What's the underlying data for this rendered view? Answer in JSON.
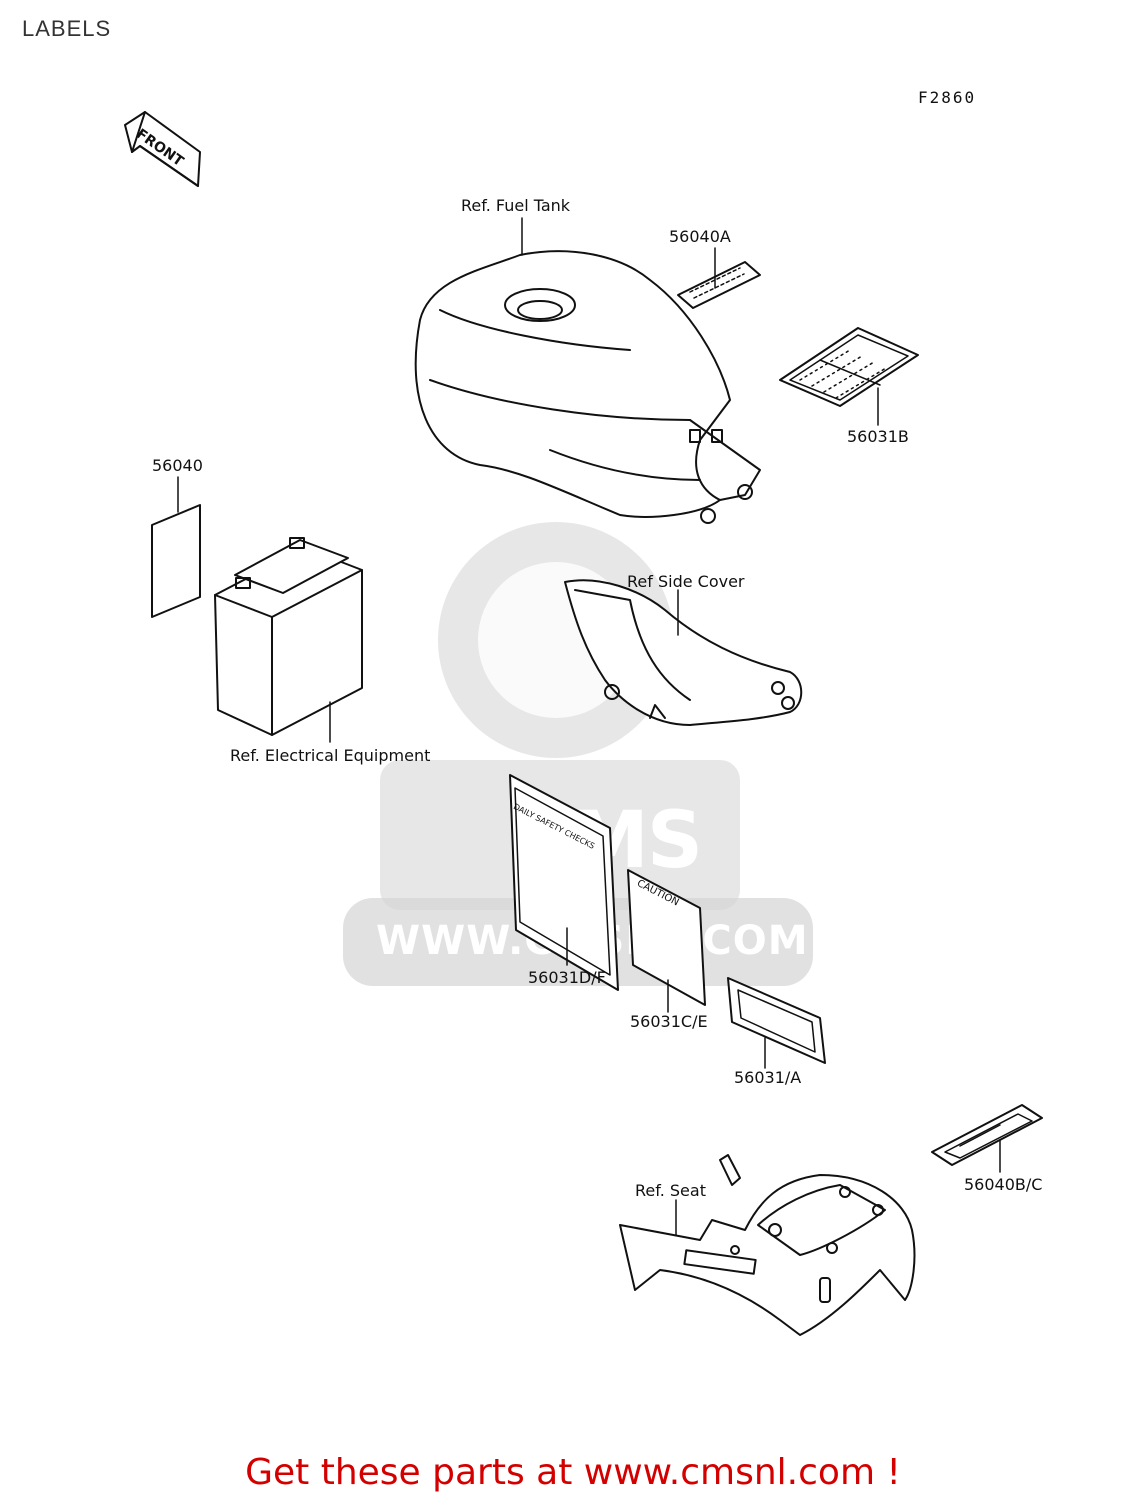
{
  "page": {
    "title": "LABELS",
    "figure_code": "F2860"
  },
  "front_arrow": {
    "text": "FRONT"
  },
  "parts": {
    "fuel_tank": "Ref. Fuel Tank",
    "label_56040A": "56040A",
    "label_56031B": "56031B",
    "label_56040": "56040",
    "side_cover": "Ref Side Cover",
    "electrical": "Ref. Electrical Equipment",
    "label_56031DF": "56031D/F",
    "label_56031CE": "56031C/E",
    "label_56031A": "56031/A",
    "seat": "Ref. Seat",
    "label_56040BC": "56040B/C"
  },
  "sticker_text": {
    "daily_safety": "DAILY SAFETY CHECKS",
    "caution": "CAUTION"
  },
  "watermark": {
    "brand": "CMS",
    "url": "WWW.CMSNL.COM"
  },
  "footer": {
    "text": "Get these parts at www.cmsnl.com !",
    "color": "#d40000"
  }
}
